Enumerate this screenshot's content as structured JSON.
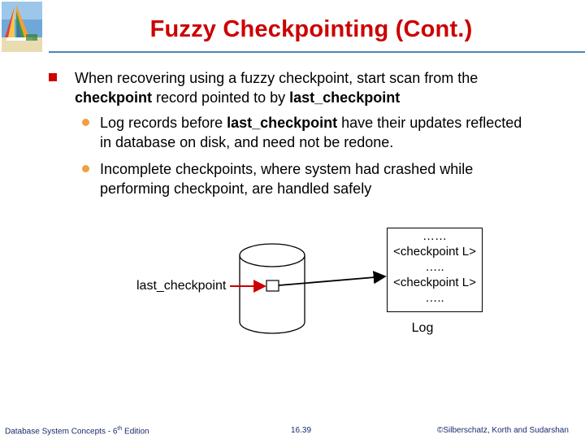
{
  "slide": {
    "title": "Fuzzy Checkpointing (Cont.)"
  },
  "bullets": {
    "main_line1": "When recovering using a fuzzy checkpoint, start scan from the",
    "main_line2_bold": "checkpoint",
    "main_line2_mid": " record pointed to by ",
    "main_line2_bold2": "last_checkpoint",
    "sub1_pre": "Log records before ",
    "sub1_bold": "last_checkpoint",
    "sub1_post": " have their updates reflected in database on disk, and need not be redone.",
    "sub2": "Incomplete checkpoints, where system had crashed while performing checkpoint, are handled safely"
  },
  "diagram": {
    "pointer_label": "last_checkpoint",
    "log_label": "Log",
    "log_entries": [
      "……",
      "<checkpoint L>",
      "…..",
      "<checkpoint L>",
      "….."
    ]
  },
  "footer": {
    "left_pre": "Database System Concepts - 6",
    "left_sup": "th",
    "left_post": " Edition",
    "center": "16.39",
    "right": "©Silberschatz, Korth and Sudarshan"
  },
  "colors": {
    "title": "#cc0000",
    "bullet_square": "#cc0000",
    "sub_bullet_dot": "#f0a040",
    "divider": "#4a86b8",
    "footer_text": "#1a2a6c",
    "arrow": "#cc0000"
  }
}
